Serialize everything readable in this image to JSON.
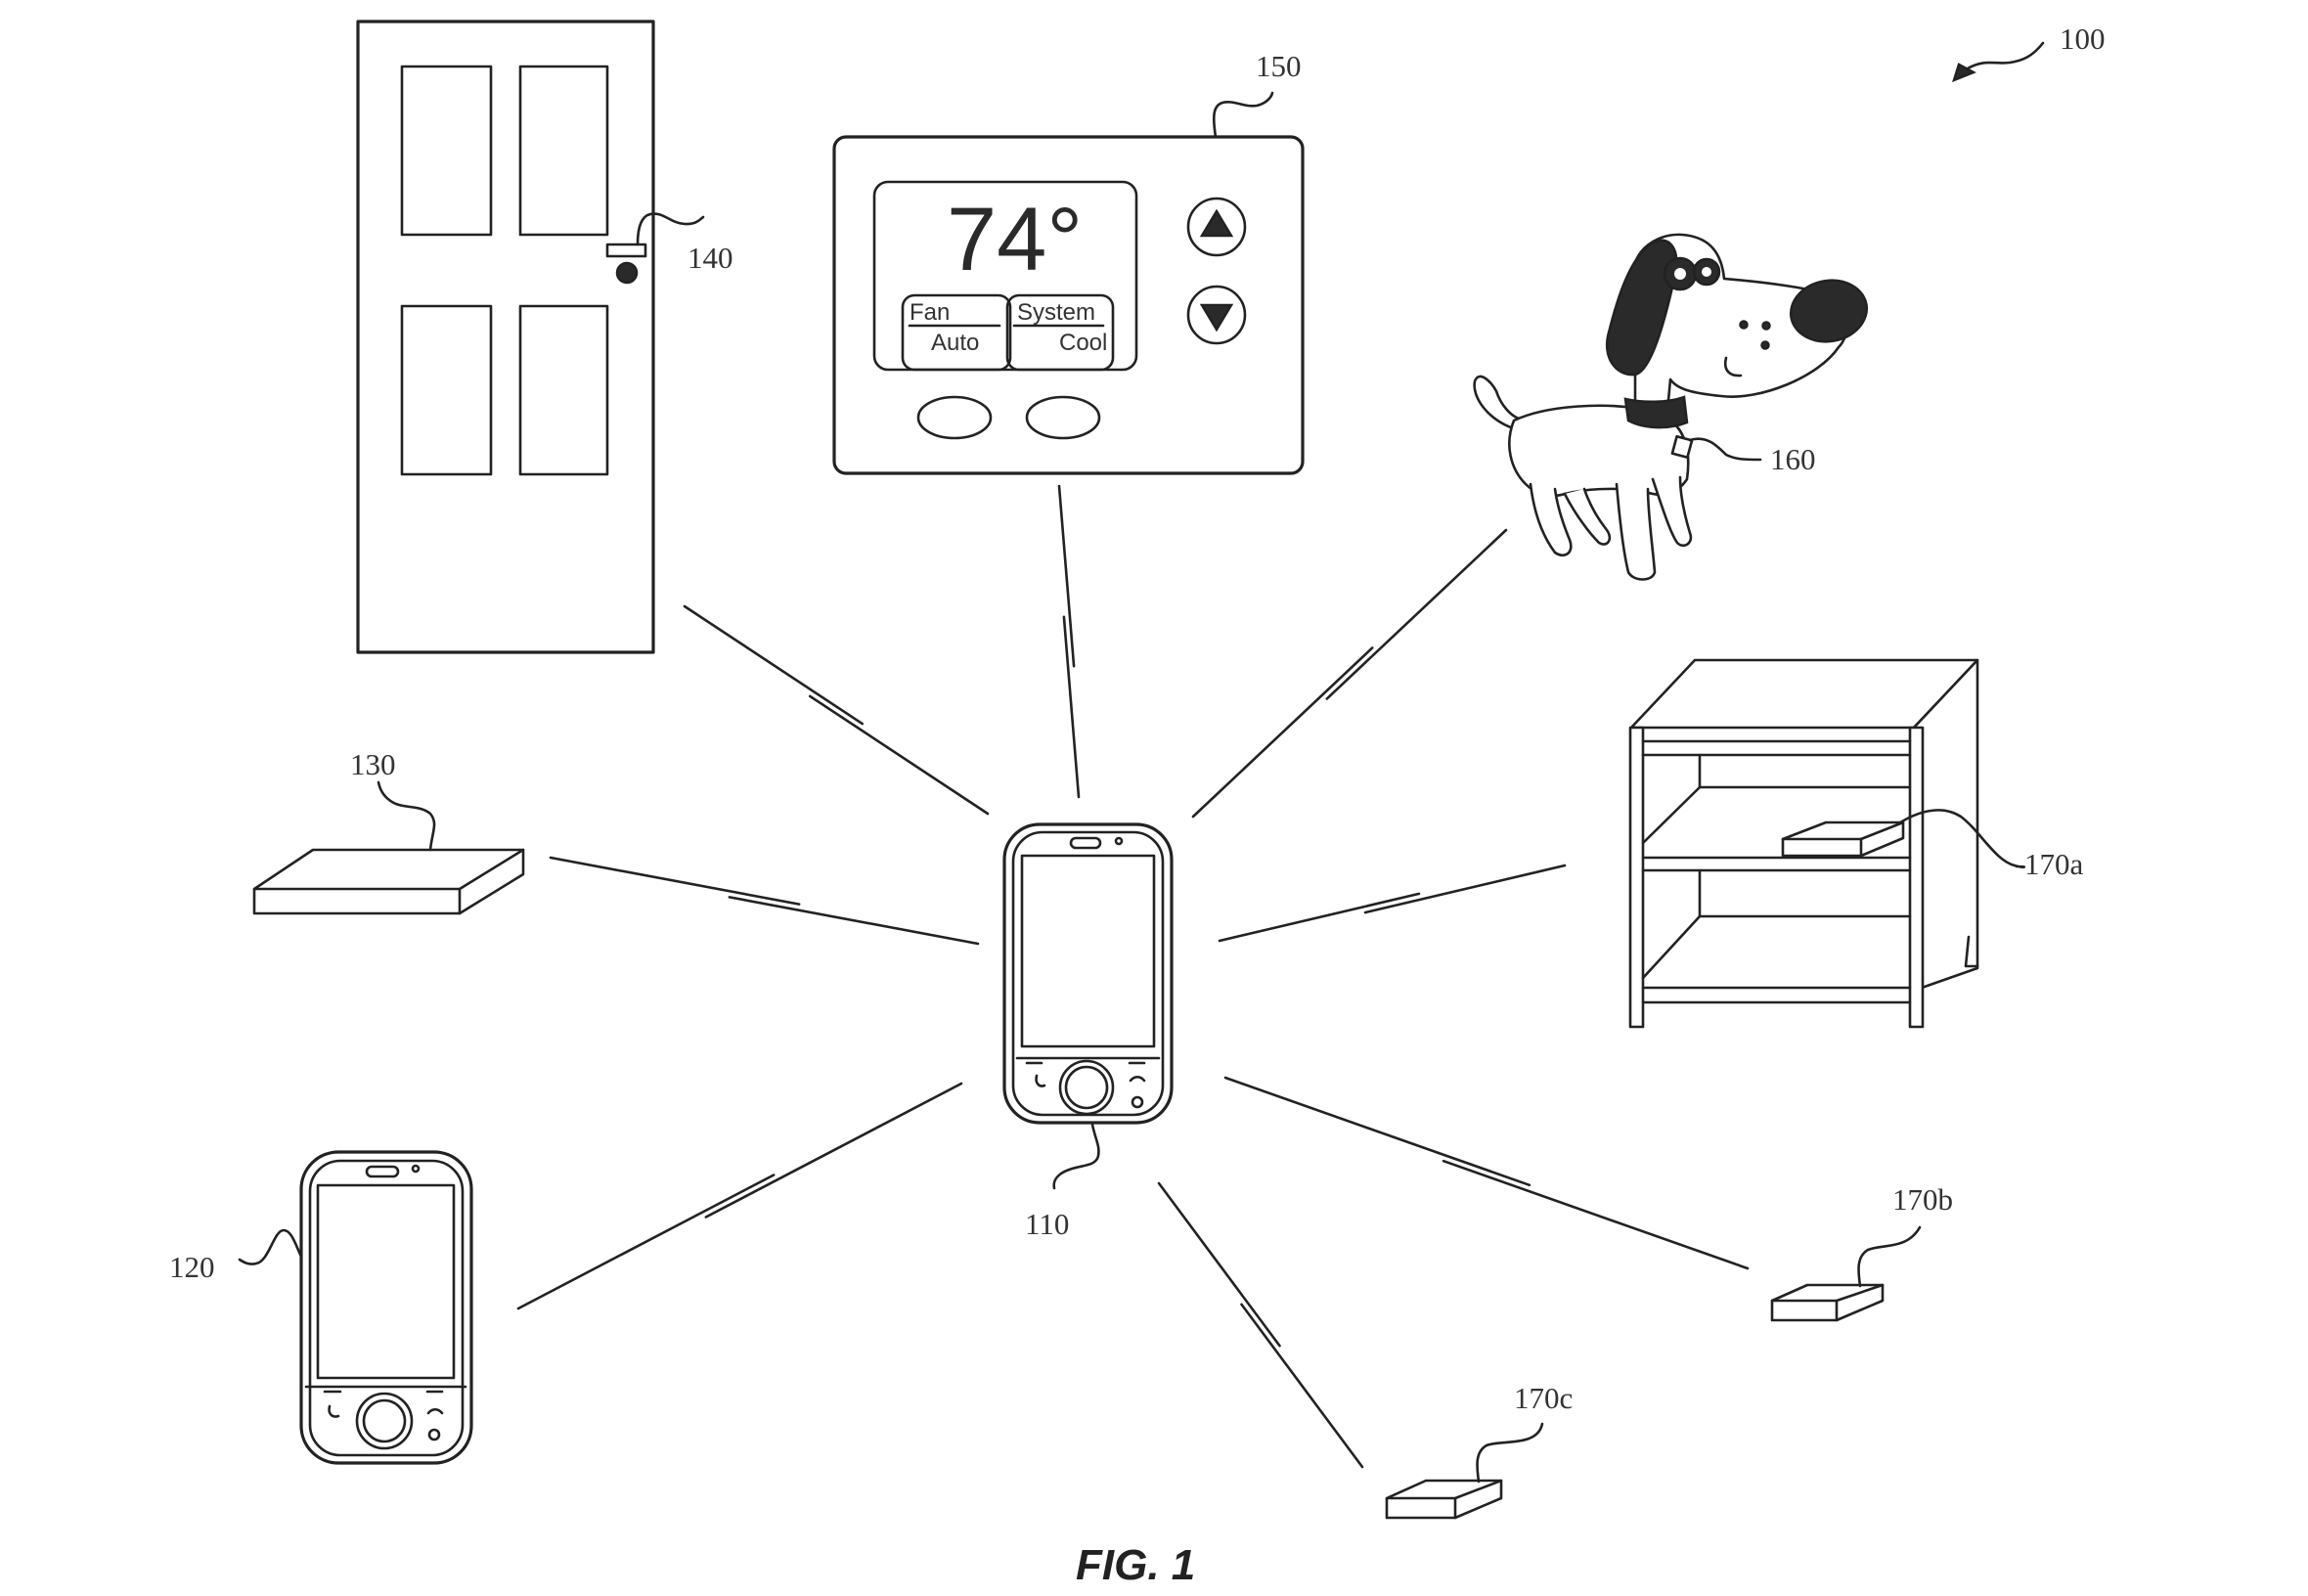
{
  "figure": {
    "caption": "FIG. 1",
    "system_ref": "100"
  },
  "devices": {
    "hub_phone": {
      "ref": "110",
      "kind": "mobile device"
    },
    "remote_phone": {
      "ref": "120",
      "kind": "mobile device"
    },
    "sensor_tag": {
      "ref": "130",
      "kind": "tag / beacon"
    },
    "door_lock": {
      "ref": "140",
      "kind": "door sensor"
    },
    "thermostat": {
      "ref": "150",
      "temperature": "74°",
      "fan_label": "Fan",
      "fan_value": "Auto",
      "system_label": "System",
      "system_value": "Cool",
      "up_icon": "triangle-up",
      "down_icon": "triangle-down"
    },
    "pet_collar": {
      "ref": "160",
      "kind": "dog collar tag"
    },
    "shelf_tag": {
      "ref": "170a",
      "kind": "tag on shelf"
    },
    "floor_tag_b": {
      "ref": "170b",
      "kind": "tag"
    },
    "floor_tag_c": {
      "ref": "170c",
      "kind": "tag"
    }
  },
  "links": [
    "door_lock",
    "thermostat",
    "pet_collar",
    "sensor_tag",
    "shelf_tag",
    "remote_phone",
    "floor_tag_b",
    "floor_tag_c"
  ]
}
